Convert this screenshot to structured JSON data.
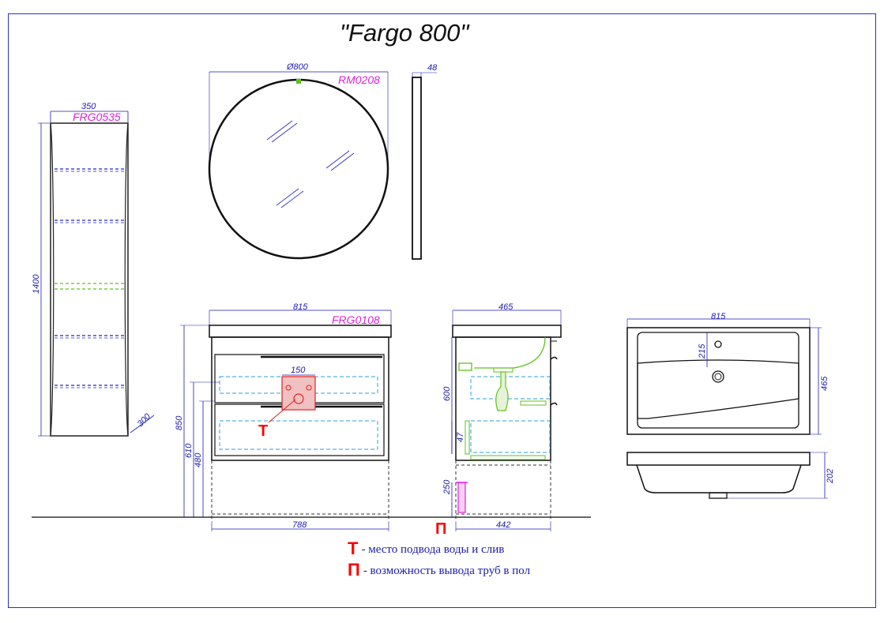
{
  "title": "\"Fargo 800\"",
  "tall_cabinet": {
    "code": "FRG0535",
    "width": "350",
    "height": "1400",
    "depth": "300"
  },
  "mirror": {
    "code": "RM0208",
    "diameter": "Ø800",
    "thickness": "48"
  },
  "vanity_front": {
    "code": "FRG0108",
    "top_width": "815",
    "bottom_width": "788",
    "inner_width": "150",
    "height_total": "850",
    "height_610": "610",
    "height_480": "480",
    "marker": "T"
  },
  "vanity_side": {
    "depth_top": "465",
    "depth_bottom": "442",
    "height_600": "600",
    "height_47": "47",
    "height_250": "250",
    "marker": "П"
  },
  "basin": {
    "width": "815",
    "depth": "465",
    "tap_offset": "215",
    "height": "202"
  },
  "legend": [
    {
      "symbol": "T",
      "text": "- место подвода воды и слив"
    },
    {
      "symbol": "П",
      "text": "- возможность вывода труб в пол"
    }
  ],
  "colors": {
    "dimension": "#1a1ab4",
    "code": "#e020e0",
    "marker": "#ff0000",
    "hidden": "#2a9fe0",
    "accent_green": "#5ec21c"
  }
}
